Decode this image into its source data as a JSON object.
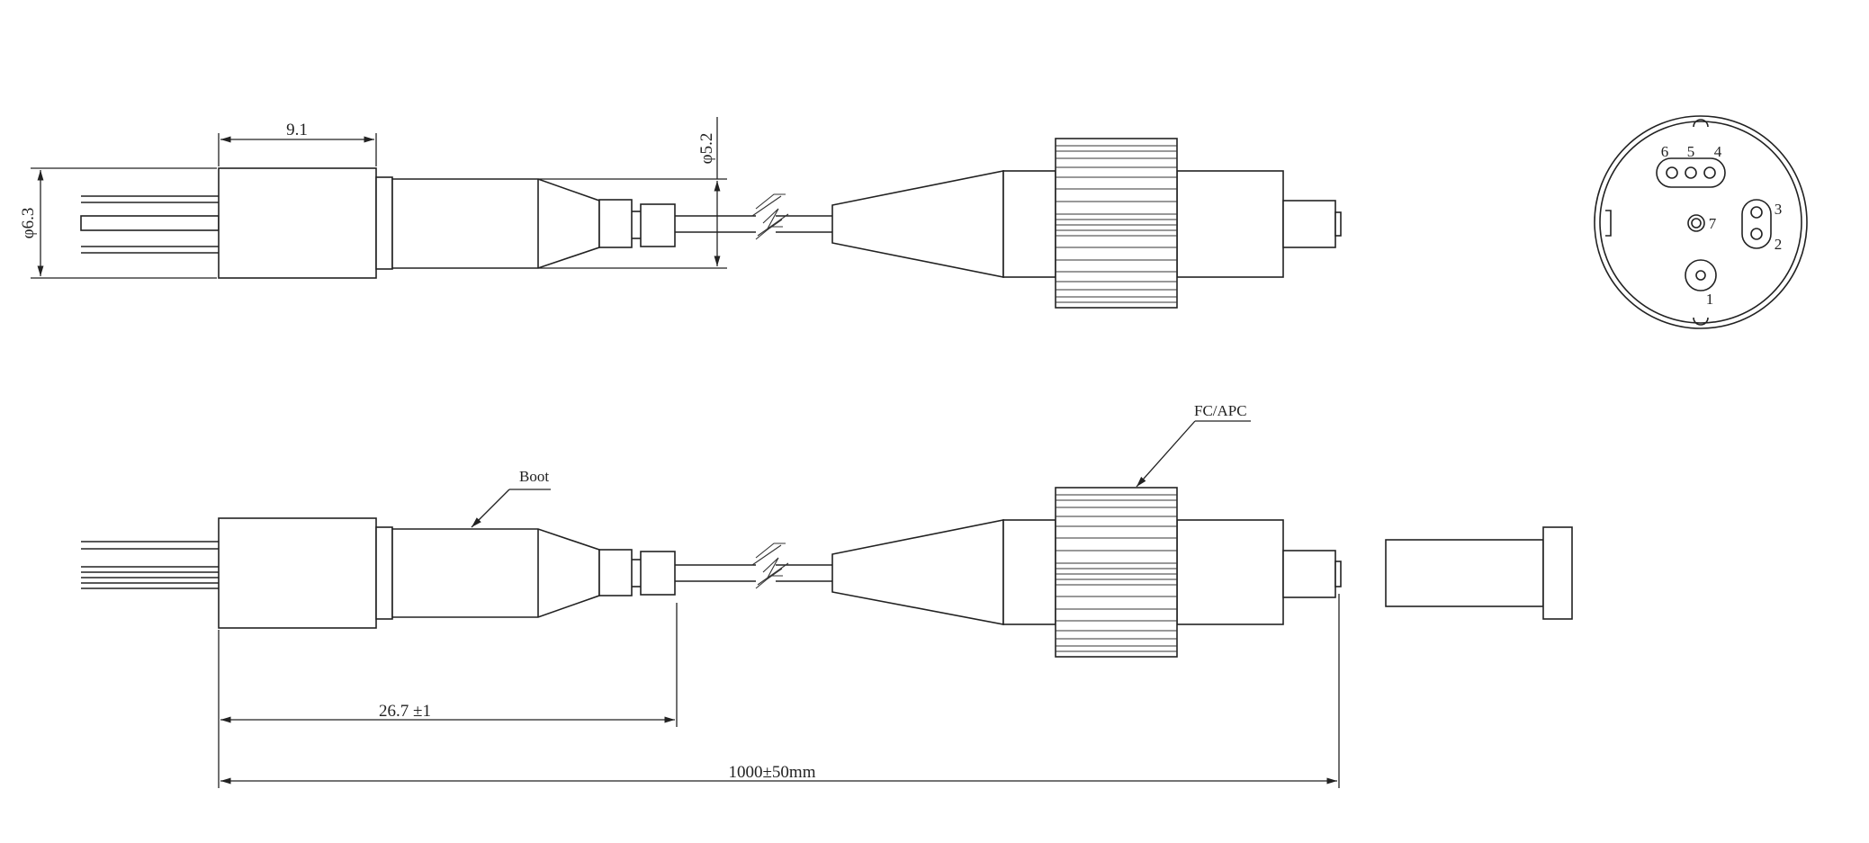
{
  "dimensions": {
    "body_length": "9.1",
    "body_diameter": "φ6.3",
    "boot_diameter": "φ5.2",
    "boot_length": "26.7 ±1",
    "total_length": "1000±50mm"
  },
  "callouts": {
    "boot": "Boot",
    "connector": "FC/APC"
  },
  "pin_labels": [
    "1",
    "2",
    "3",
    "4",
    "5",
    "6",
    "7"
  ]
}
